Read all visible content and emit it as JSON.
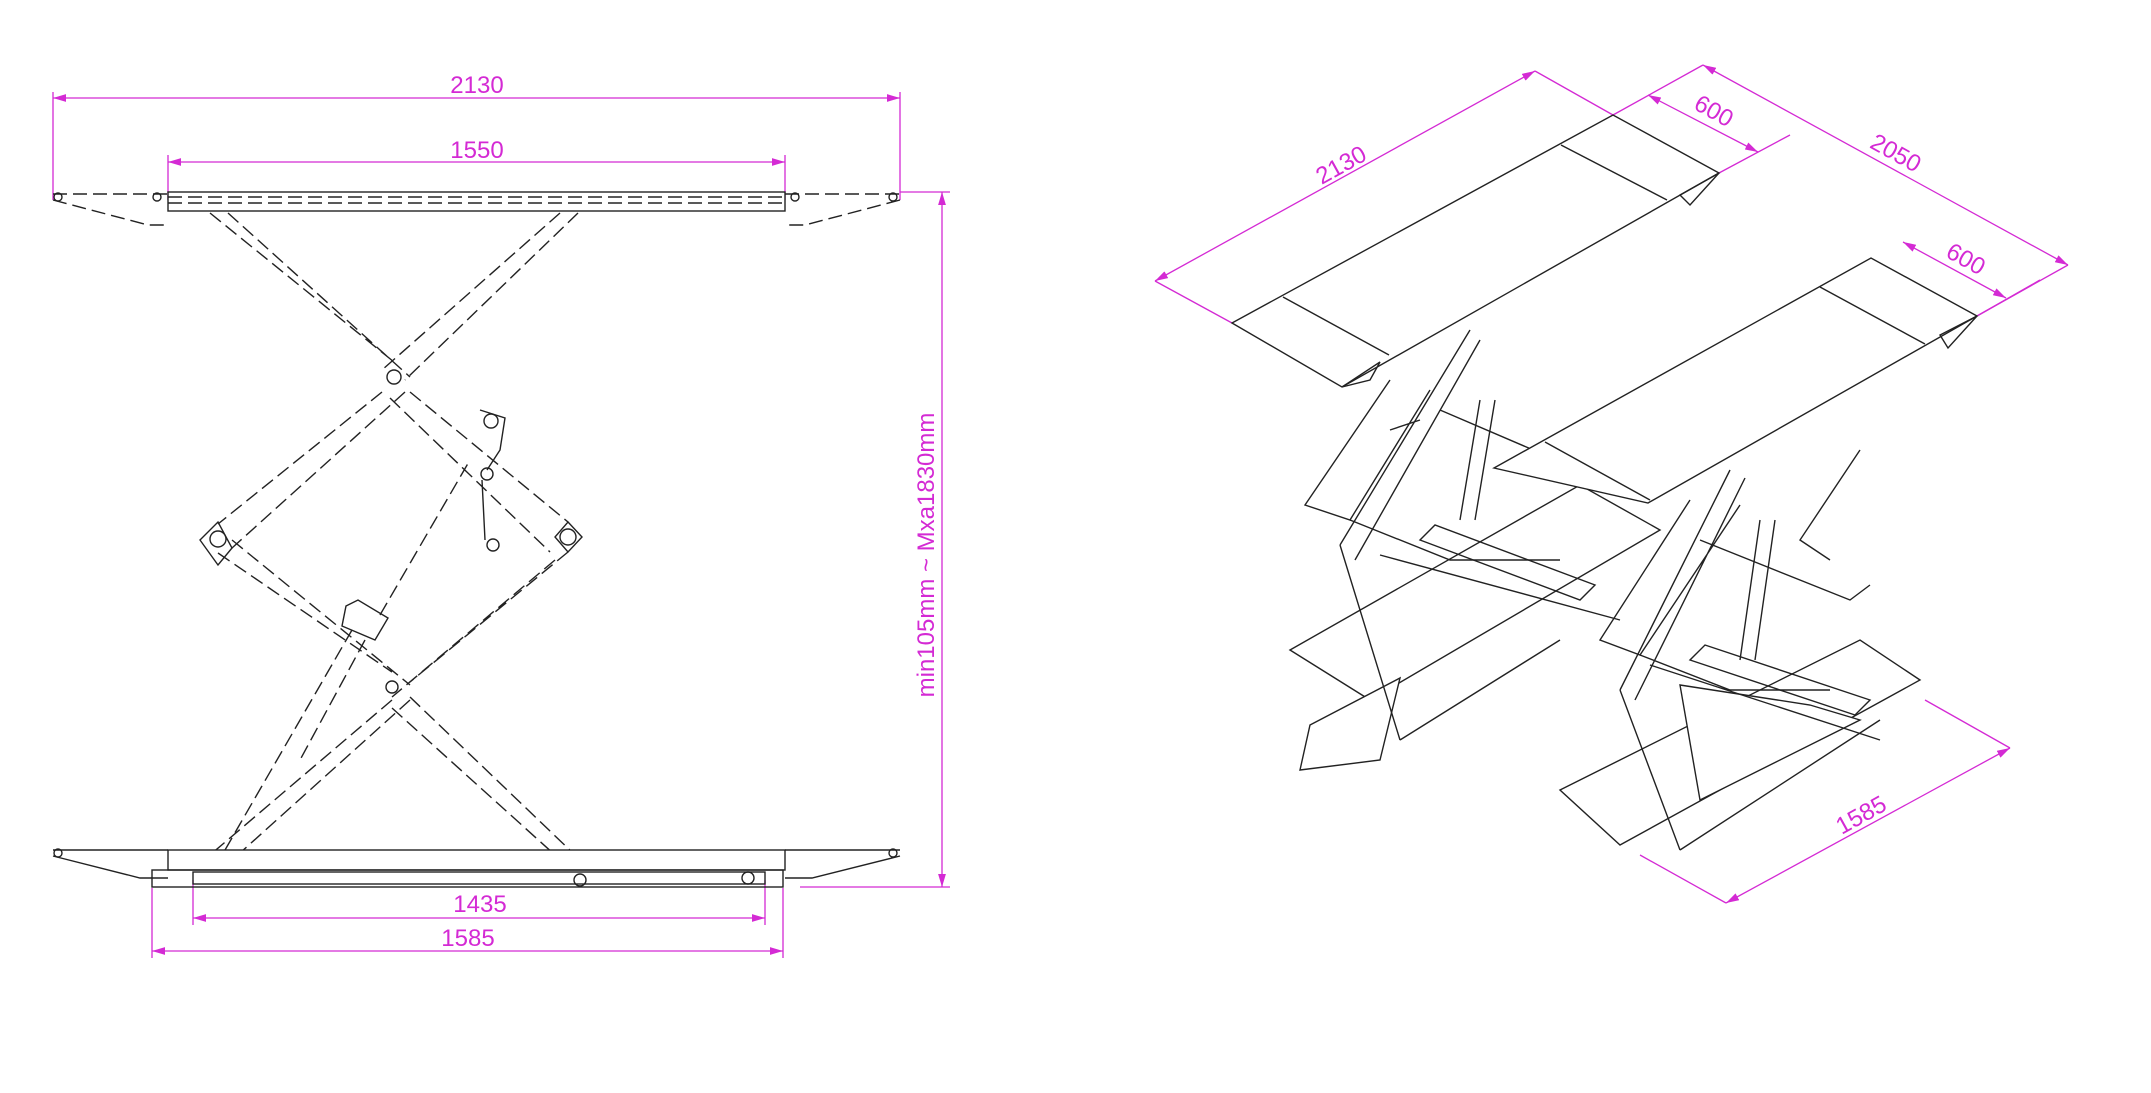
{
  "colors": {
    "dimension": "#d42ad4",
    "line": "#222222"
  },
  "front_view": {
    "overall_length": "2130",
    "platform_inner_length": "1550",
    "base_inner_length": "1435",
    "base_length": "1585",
    "height_range": "min105mm ~ Mxa1830mm"
  },
  "iso_view": {
    "platform_length": "2130",
    "overall_width": "2050",
    "platform_width_1": "600",
    "platform_width_2": "600",
    "base_length": "1585"
  }
}
